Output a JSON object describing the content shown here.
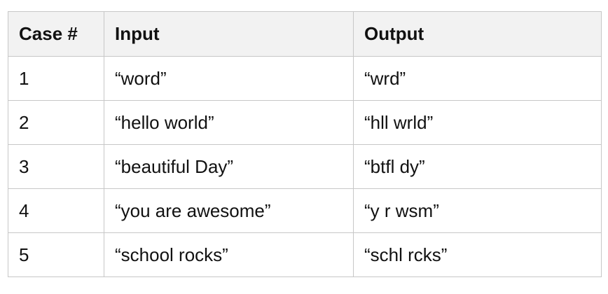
{
  "table": {
    "headers": [
      "Case #",
      "Input",
      "Output"
    ],
    "rows": [
      [
        "1",
        "“word”",
        "“wrd”"
      ],
      [
        "2",
        "“hello world”",
        "“hll wrld”"
      ],
      [
        "3",
        "“beautiful Day”",
        "“btfl dy”"
      ],
      [
        "4",
        "“you are awesome”",
        "“y r wsm”"
      ],
      [
        "5",
        "“school rocks”",
        "“schl rcks”"
      ]
    ]
  },
  "colors": {
    "header_background": "#f2f2f2",
    "border": "#c7c7c7",
    "text": "#111111"
  }
}
